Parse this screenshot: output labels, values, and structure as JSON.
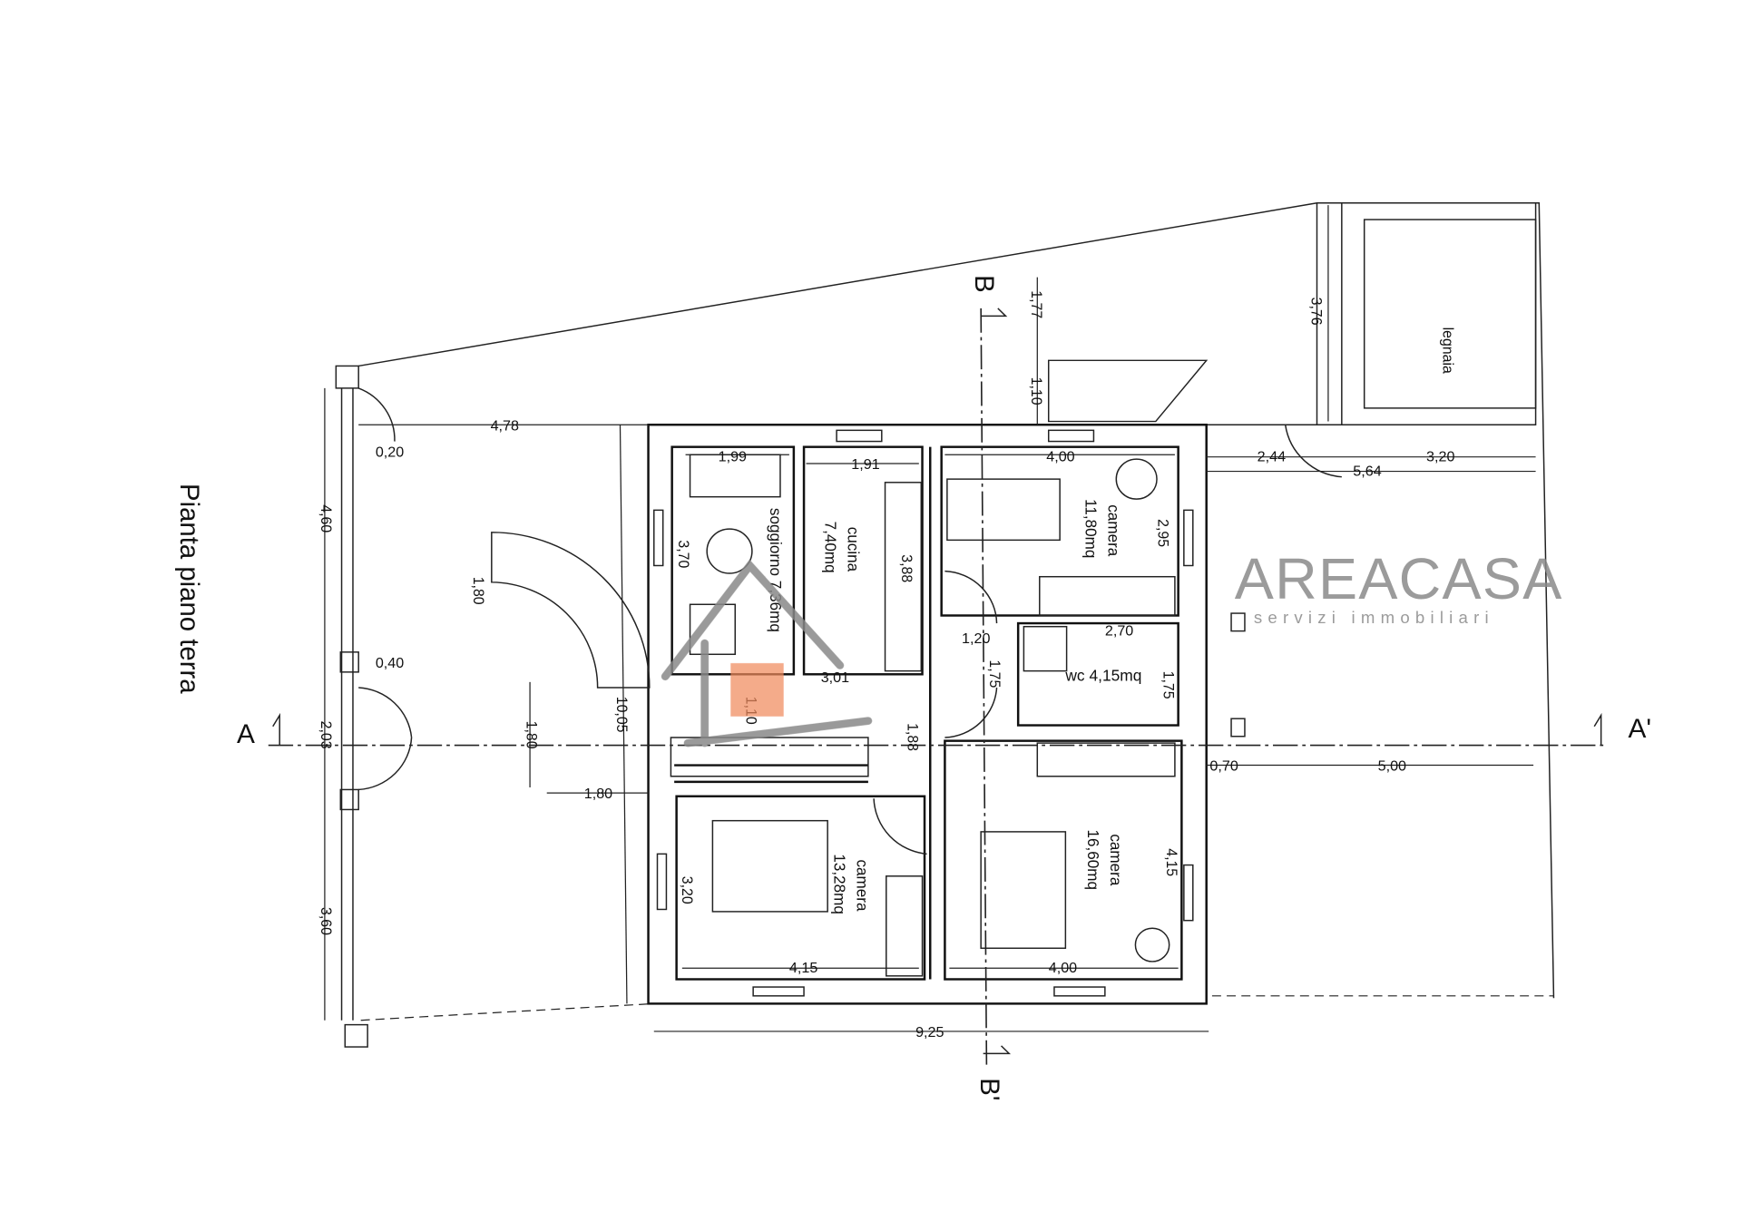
{
  "title": "Pianta piano terra",
  "section_labels": {
    "a": "A",
    "a_prime": "A'",
    "b": "B",
    "b_prime": "B'"
  },
  "rooms": {
    "soggiorno": "soggiorno 7,36mq",
    "cucina_name": "cucina",
    "cucina_area": "7,40mq",
    "camera1_name": "camera",
    "camera1_area": "11,80mq",
    "wc": "wc 4,15mq",
    "camera2_name": "camera",
    "camera2_area": "13,28mq",
    "camera3_name": "camera",
    "camera3_area": "16,60mq",
    "legnaia": "legnaia"
  },
  "dimensions": [
    "4,78",
    "0,20",
    "4,60",
    "0,40",
    "2,03",
    "3,60",
    "1,80",
    "1,80",
    "1,80",
    "10,05",
    "1,99",
    "3,70",
    "1,91",
    "3,88",
    "4,00",
    "2,95",
    "1,20",
    "2,70",
    "1,75",
    "1,75",
    "3,01",
    "1,10",
    "1,88",
    "4,15",
    "3,20",
    "4,00",
    "4,15",
    "9,25",
    "0,70",
    "5,00",
    "2,44",
    "5,64",
    "3,20",
    "1,77",
    "1,10",
    "3,76"
  ],
  "watermark": {
    "brand": "AREACASA",
    "tagline": "servizi immobiliari",
    "accent": "#f08a5d"
  }
}
